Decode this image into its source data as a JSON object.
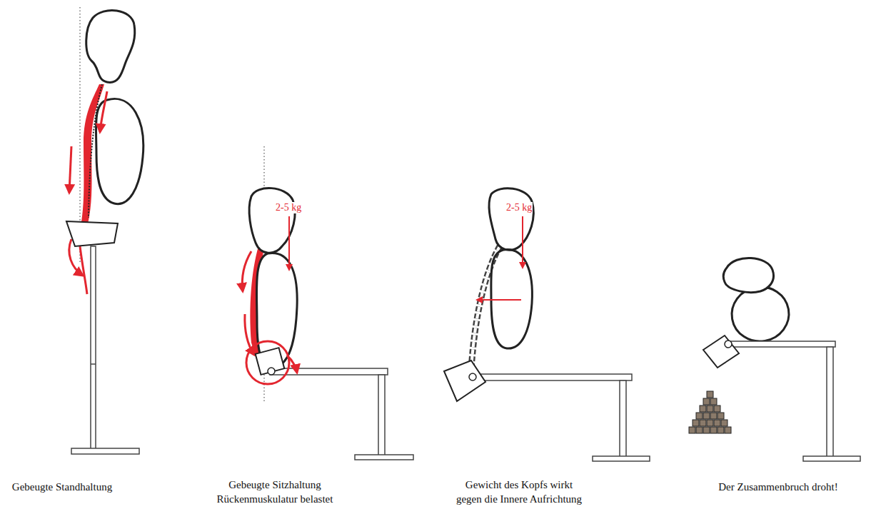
{
  "diagram": {
    "labels": [
      "2-5 kg",
      "2-5 kg",
      "Gebeugte Standhaltung",
      "Gebeugte Sitzhaltung Rückenmuskulatur belastet",
      "Gewicht des Kopfs wirkt gegen die Innere Aufrichtung",
      "Der Zusammenbruch droht!"
    ]
  }
}
